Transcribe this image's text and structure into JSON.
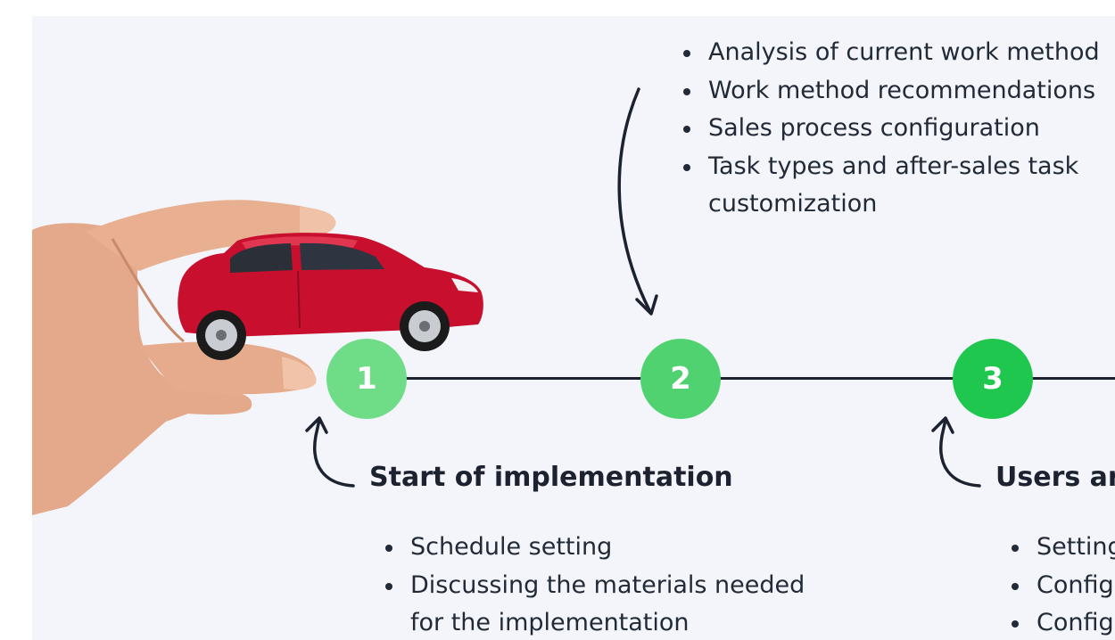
{
  "timeline": {
    "steps": [
      {
        "number": "1",
        "color": "#6fdc88"
      },
      {
        "number": "2",
        "color": "#4fd26f"
      },
      {
        "number": "3",
        "color": "#1fc74e"
      }
    ],
    "line_color": "#1c2230"
  },
  "step2_bullets": [
    "Analysis of current work method",
    "Work method recommendations",
    "Sales process configuration",
    "Task types and after-sales task",
    "customization"
  ],
  "step1": {
    "heading": "Start of implementation",
    "bullets": [
      "Schedule setting",
      "Discussing the materials needed",
      "for the implementation"
    ]
  },
  "step3": {
    "heading": "Users ar",
    "bullets": [
      "Setting",
      "Config",
      "Config"
    ]
  },
  "illustration": {
    "car_color": "#c8102e",
    "icons": [
      "hand-icon",
      "car-icon"
    ]
  }
}
